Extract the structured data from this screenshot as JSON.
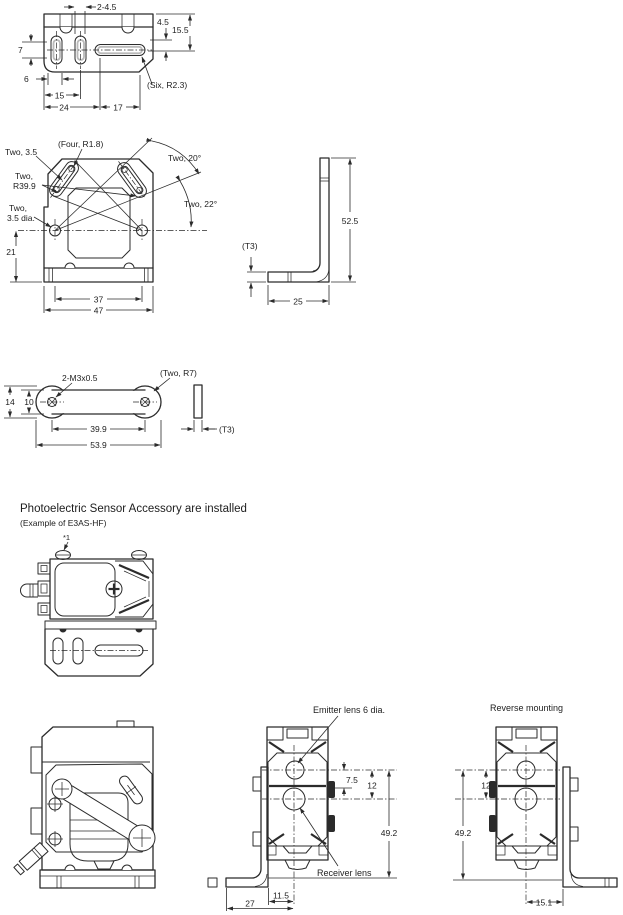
{
  "page": {
    "background": "#ffffff",
    "line_color": "#2b2b2b"
  },
  "labels": {
    "plate": {
      "slots2x45": "2-4.5",
      "e45": "4.5",
      "e155": "15.5",
      "e7": "7",
      "e6": "6",
      "e15": "15",
      "e24": "24",
      "e17": "17",
      "note": "(Six, R2.3)"
    },
    "bracket": {
      "four_r18": "(Four, R1.8)",
      "two_35": "Two, 3.5",
      "two_20": "Two, 20°",
      "two_line1": "Two,",
      "two_line2": "R39.9",
      "dia_line1": "Two,",
      "dia_line2": "3.5 dia.",
      "two_22": "Two, 22°",
      "e21": "21",
      "e37": "37",
      "e47": "47"
    },
    "bracket_side": {
      "e525": "52.5",
      "t3": "(T3)",
      "e25": "25"
    },
    "link": {
      "screws": "2-M3x0.5",
      "two_r7": "(Two, R7)",
      "e14": "14",
      "e10": "10",
      "e399": "39.9",
      "e539": "53.9",
      "t3": "(T3)"
    },
    "install": {
      "heading": "Photoelectric Sensor Accessory are installed",
      "subheading": "(Example of E3AS-HF)",
      "footnote": "*1"
    },
    "front": {
      "emitter": "Emitter lens 6 dia.",
      "receiver": "Receiver lens",
      "e75": "7.5",
      "e12": "12",
      "e492": "49.2",
      "e115": "11.5",
      "e27": "27"
    },
    "reverse": {
      "title": "Reverse mounting",
      "e12": "12",
      "e492": "49.2",
      "e151": "15.1"
    }
  }
}
